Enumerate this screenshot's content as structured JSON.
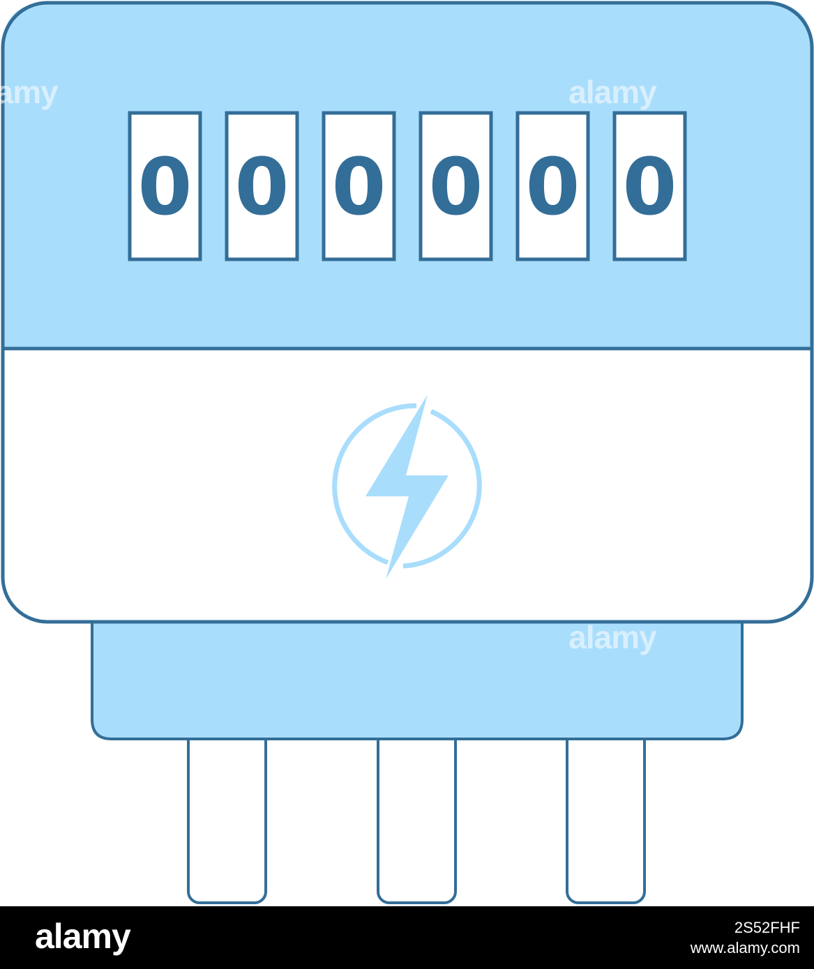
{
  "meter": {
    "digits": [
      "0",
      "0",
      "0",
      "0",
      "0",
      "0"
    ],
    "symbol": "lightning-bolt-icon"
  },
  "watermark": {
    "text": "alamy",
    "letter": "a"
  },
  "footer": {
    "logo": "alamy",
    "image_id": "2S52FHF",
    "site": "www.alamy.com"
  },
  "colors": {
    "stroke": "#336e98",
    "fill_light": "#a9ddfc",
    "white": "#ffffff",
    "bolt": "#a9ddfc",
    "footer_bg": "#000000"
  }
}
